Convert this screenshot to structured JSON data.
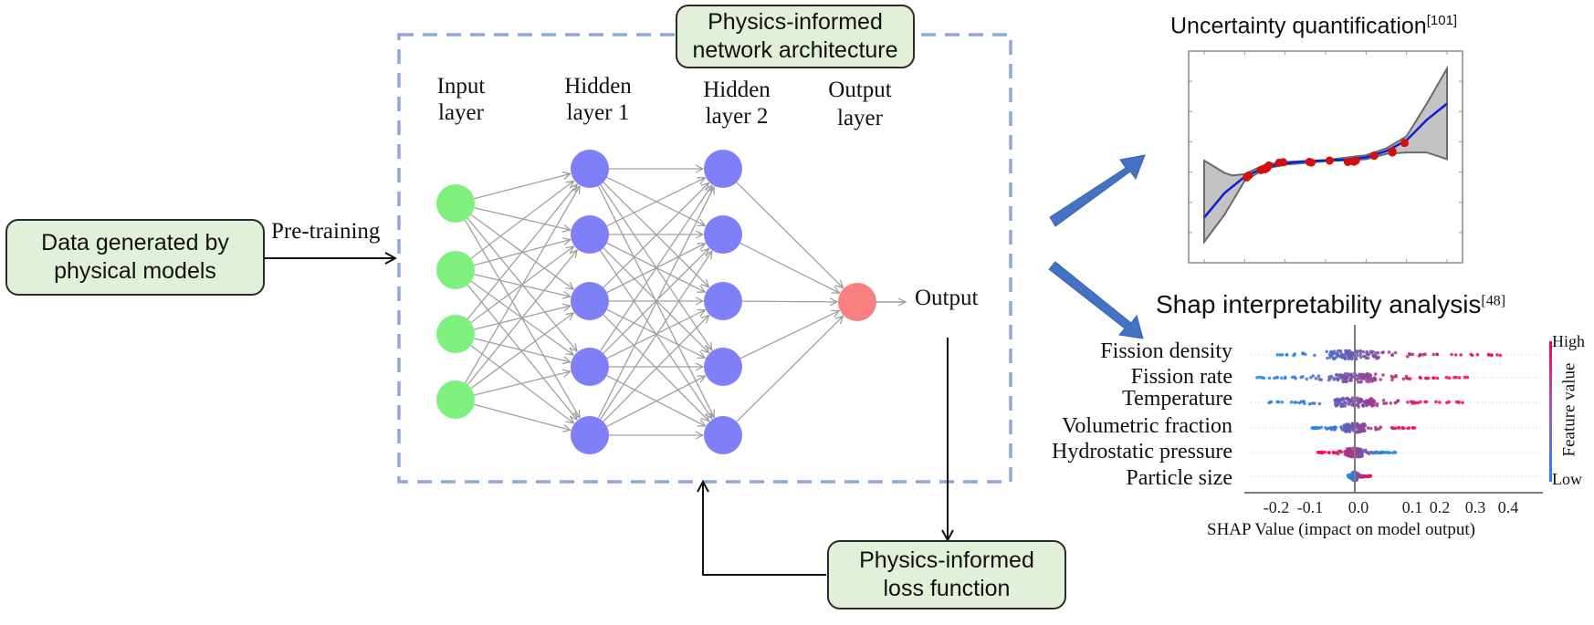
{
  "boxes": {
    "data_source": "Data generated by\nphysical models",
    "architecture": "Physics-informed\nnetwork architecture",
    "loss_function": "Physics-informed\nloss function"
  },
  "arrows": {
    "pretraining_label": "Pre-training",
    "output_label": "Output"
  },
  "network": {
    "layers": [
      {
        "name": "Input\nlayer",
        "nodes": 4,
        "color": "#7df07d"
      },
      {
        "name": "Hidden\nlayer 1",
        "nodes": 5,
        "color": "#7f7ff7"
      },
      {
        "name": "Hidden\nlayer 2",
        "nodes": 5,
        "color": "#7f7ff7"
      },
      {
        "name": "Output\nlayer",
        "nodes": 1,
        "color": "#f78080"
      }
    ],
    "edge_color": "#a0a0a0"
  },
  "colors": {
    "box_fill": "#e2f0d9",
    "dashed_border": "#8fa8d8",
    "big_arrow": "#4472c4",
    "shap_low": "#1e88e5",
    "shap_high": "#ff0052"
  },
  "chart_data": [
    {
      "type": "line",
      "title": "Uncertainty quantification",
      "title_ref": "[101]",
      "xlabel": "",
      "ylabel": "",
      "xlim": [
        0,
        6
      ],
      "ylim": [
        -3.5,
        3.5
      ],
      "series": [
        {
          "name": "mean prediction",
          "color": "#0a1fd6",
          "x": [
            0,
            0.5,
            1,
            1.5,
            2,
            2.5,
            3,
            3.5,
            4,
            4.5,
            5,
            5.5,
            6
          ],
          "y": [
            -2.1,
            -1.2,
            -0.6,
            -0.25,
            -0.1,
            -0.03,
            0.0,
            0.03,
            0.12,
            0.35,
            0.75,
            1.5,
            2.1
          ]
        },
        {
          "name": "confidence upper",
          "color": "#6a6a6a",
          "x": [
            0,
            0.5,
            0.7,
            1,
            1.5,
            2,
            3,
            4,
            4.5,
            5,
            5.5,
            6
          ],
          "y": [
            0.0,
            -0.45,
            -0.55,
            -0.5,
            -0.15,
            -0.05,
            0.02,
            0.2,
            0.45,
            0.9,
            2.1,
            3.4
          ]
        },
        {
          "name": "confidence lower",
          "color": "#6a6a6a",
          "x": [
            0,
            0.5,
            1,
            1.5,
            2,
            3,
            4,
            4.5,
            5,
            5.5,
            6
          ],
          "y": [
            -3.0,
            -2.0,
            -0.75,
            -0.3,
            -0.15,
            -0.02,
            0.05,
            0.25,
            0.3,
            0.3,
            0.05
          ]
        }
      ],
      "points": {
        "name": "observations",
        "color": "#d40d0d",
        "x": [
          1.05,
          1.1,
          1.4,
          1.5,
          1.55,
          1.6,
          1.85,
          1.95,
          2.6,
          2.65,
          3.1,
          3.55,
          3.7,
          3.75,
          4.2,
          4.65,
          4.65,
          4.95
        ],
        "y": [
          -0.62,
          -0.55,
          -0.35,
          -0.32,
          -0.28,
          -0.18,
          -0.08,
          -0.06,
          -0.05,
          -0.07,
          0.0,
          -0.05,
          -0.04,
          0.0,
          0.18,
          0.3,
          0.35,
          0.65
        ]
      },
      "grid": false
    },
    {
      "type": "scatter",
      "title": "Shap  interpretability analysis",
      "title_ref": "[48]",
      "xlabel": "SHAP Value (impact on model output)",
      "xticks": [
        "-0.2",
        "-0.1",
        "0.0",
        "0.1",
        "0.2",
        "0.3",
        "0.4"
      ],
      "xlim": [
        -0.27,
        0.5
      ],
      "categories": [
        "Fission density",
        "Fission rate",
        "Temperature",
        "Volumetric fraction",
        "Hydrostatic pressure",
        "Particle size"
      ],
      "series": [
        {
          "name": "Fission density",
          "min": -0.23,
          "max": 0.38,
          "low_side": "negative"
        },
        {
          "name": "Fission rate",
          "min": -0.24,
          "max": 0.28,
          "low_side": "negative"
        },
        {
          "name": "Temperature",
          "min": -0.22,
          "max": 0.27,
          "low_side": "negative"
        },
        {
          "name": "Volumetric fraction",
          "min": -0.11,
          "max": 0.15,
          "low_side": "negative"
        },
        {
          "name": "Hydrostatic pressure",
          "min": -0.09,
          "max": 0.1,
          "low_side": "positive"
        },
        {
          "name": "Particle size",
          "min": -0.02,
          "max": 0.04,
          "low_side": "negative"
        }
      ],
      "colorbar": {
        "label": "Feature value",
        "high": "High",
        "low": "Low"
      },
      "zero_line": 0.0
    }
  ]
}
